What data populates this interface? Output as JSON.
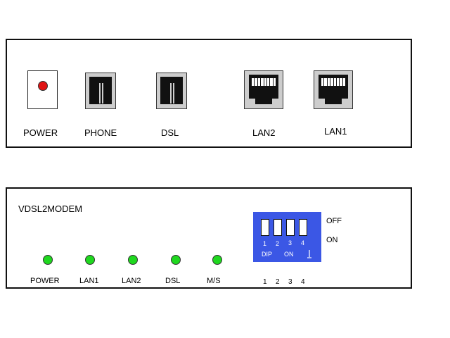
{
  "rear_panel": {
    "ports": [
      {
        "label": "POWER",
        "icon": "power-button-icon"
      },
      {
        "label": "PHONE",
        "icon": "rj11-jack-icon"
      },
      {
        "label": "DSL",
        "icon": "rj11-jack-icon"
      },
      {
        "label": "LAN2",
        "icon": "rj45-jack-icon"
      },
      {
        "label": "LAN1",
        "icon": "rj45-jack-icon"
      }
    ]
  },
  "front_panel": {
    "title": "VDSL2MODEM",
    "leds": [
      {
        "label": "POWER",
        "color": "#1fd81f"
      },
      {
        "label": "LAN1",
        "color": "#1fd81f"
      },
      {
        "label": "LAN2",
        "color": "#1fd81f"
      },
      {
        "label": "DSL",
        "color": "#1fd81f"
      },
      {
        "label": "M/S",
        "color": "#1fd81f"
      }
    ],
    "dip_switch": {
      "color": "#3b57e5",
      "switch_numbers": [
        "1",
        "2",
        "3",
        "4"
      ],
      "dip_label": "DIP",
      "on_label": "ON",
      "off_text": "OFF",
      "on_text": "ON",
      "bottom_numbers": [
        "1",
        "2",
        "3",
        "4"
      ]
    }
  }
}
